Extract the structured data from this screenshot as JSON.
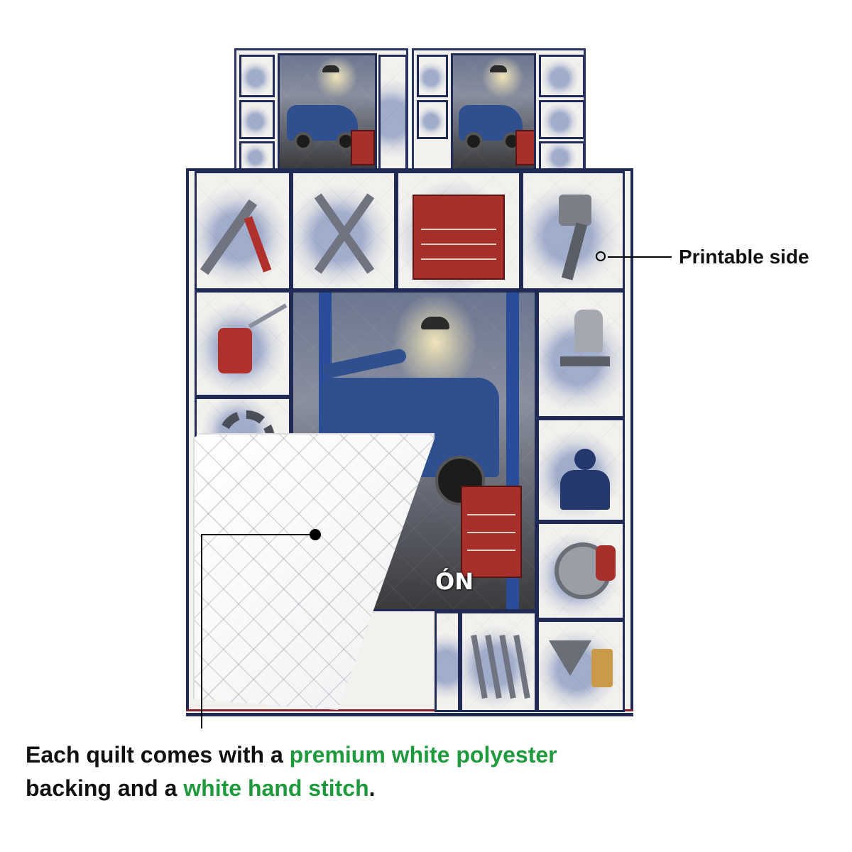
{
  "labels": {
    "printable_side": "Printable side",
    "caption_line1_prefix": "Each quilt comes with a ",
    "caption_line1_highlight": "premium white polyester",
    "caption_line2_prefix": "backing and a ",
    "caption_line2_highlight": "white hand stitch",
    "caption_line2_suffix": ".",
    "quilt_partial_text": "ÓN"
  },
  "colors": {
    "highlight": "#1e9a3c",
    "border_navy": "#1f2a55",
    "accent_red": "#a8302b",
    "truck_blue": "#2f4f8f"
  },
  "tiles": {
    "top_row": [
      "adjustable-wrench-screwdriver-icon",
      "crossed-wrenches-icon",
      "red-toolbox-icon",
      "piston-icon"
    ],
    "left_column": [
      "oil-can-icon",
      "gear-icon"
    ],
    "right_column": [
      "spray-gun-icon",
      "mechanic-silhouette-icon",
      "brake-disc-icon",
      "funnel-oil-filter-icon"
    ],
    "bottom_row": [
      "engine-block-icon",
      "wrench-set-icon"
    ],
    "pillow": [
      "oil-can-icon",
      "gear-icon",
      "battery-icon",
      "spray-gun-icon",
      "mechanic-silhouette-icon",
      "brake-disc-icon"
    ]
  }
}
